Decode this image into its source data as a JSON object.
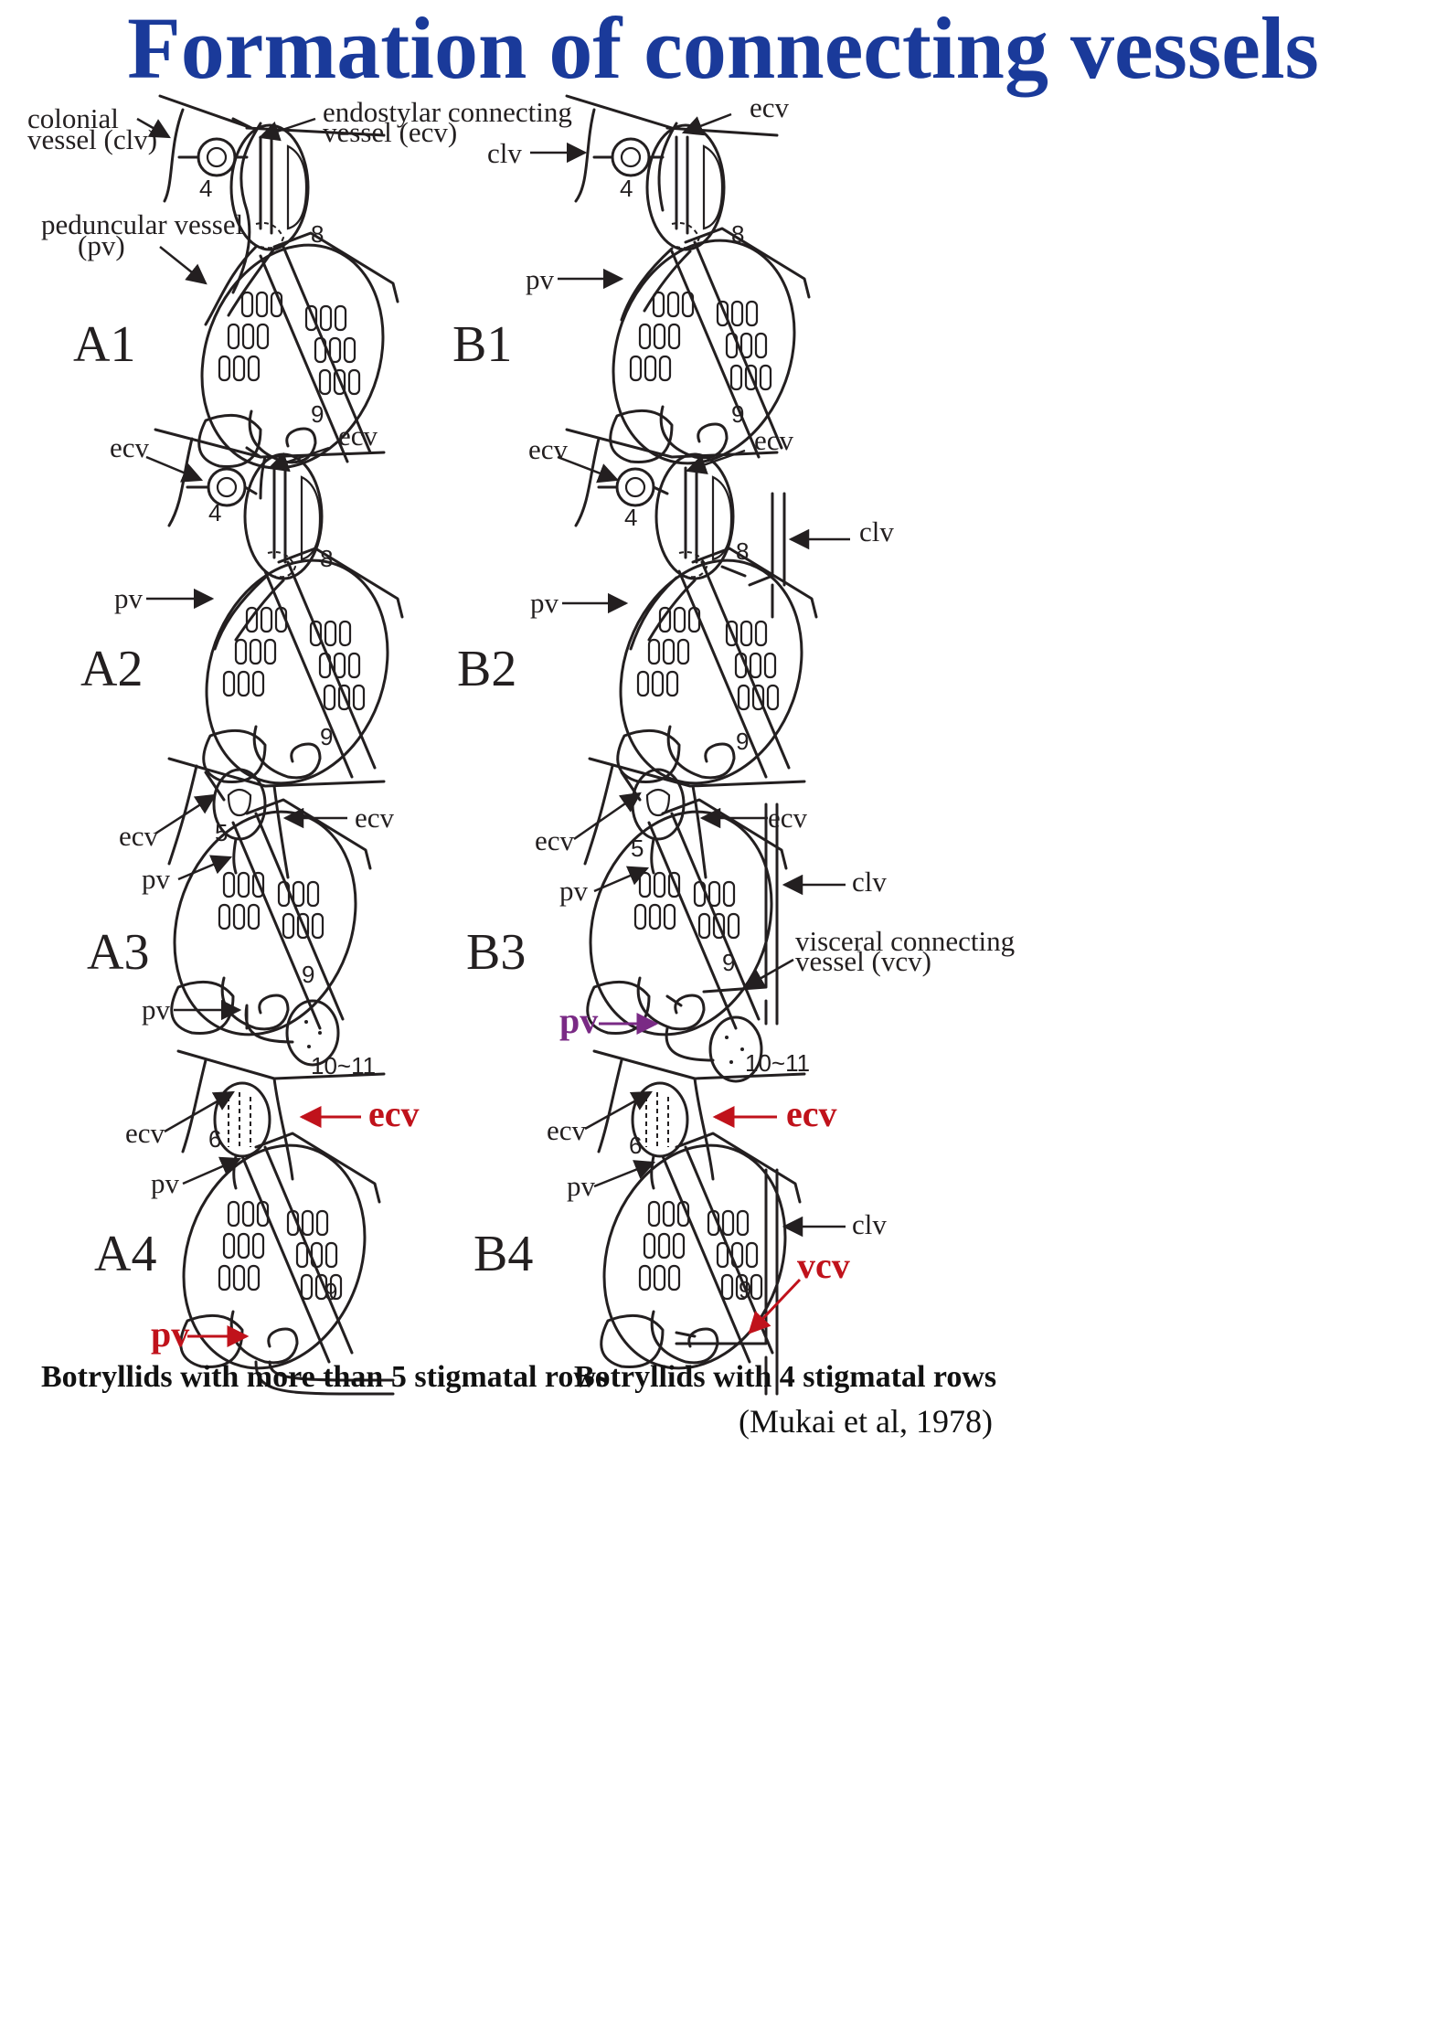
{
  "title": "Formation of connecting vessels",
  "panels": {
    "a1": "A1",
    "a2": "A2",
    "a3": "A3",
    "a4": "A4",
    "b1": "B1",
    "b2": "B2",
    "b3": "B3",
    "b4": "B4"
  },
  "labels": {
    "colonial_vessel_line1": "colonial",
    "colonial_vessel_line2": "vessel (clv)",
    "ecv_full_line1": "endostylar connecting",
    "ecv_full_line2": "vessel  (ecv)",
    "pv_full_line1": "peduncular vessel",
    "pv_full_line2": "(pv)",
    "vcv_full_line1": "visceral connecting",
    "vcv_full_line2": "vessel  (vcv)",
    "ecv": "ecv",
    "pv": "pv",
    "clv": "clv",
    "vcv": "vcv"
  },
  "stage_numbers": {
    "s4": "4",
    "s5": "5",
    "s6": "6",
    "s8": "8",
    "s9": "9",
    "s10_11": "10~11"
  },
  "captions": {
    "left": "Botryllids with more than 5 stigmatal rows",
    "right": "Botryllids with 4 stigmatal rows",
    "citation": "(Mukai et al, 1978)"
  },
  "colors": {
    "title": "#1a3a9a",
    "highlight_red": "#c0121b",
    "highlight_purple": "#7a2a85",
    "ink": "#231f20"
  }
}
